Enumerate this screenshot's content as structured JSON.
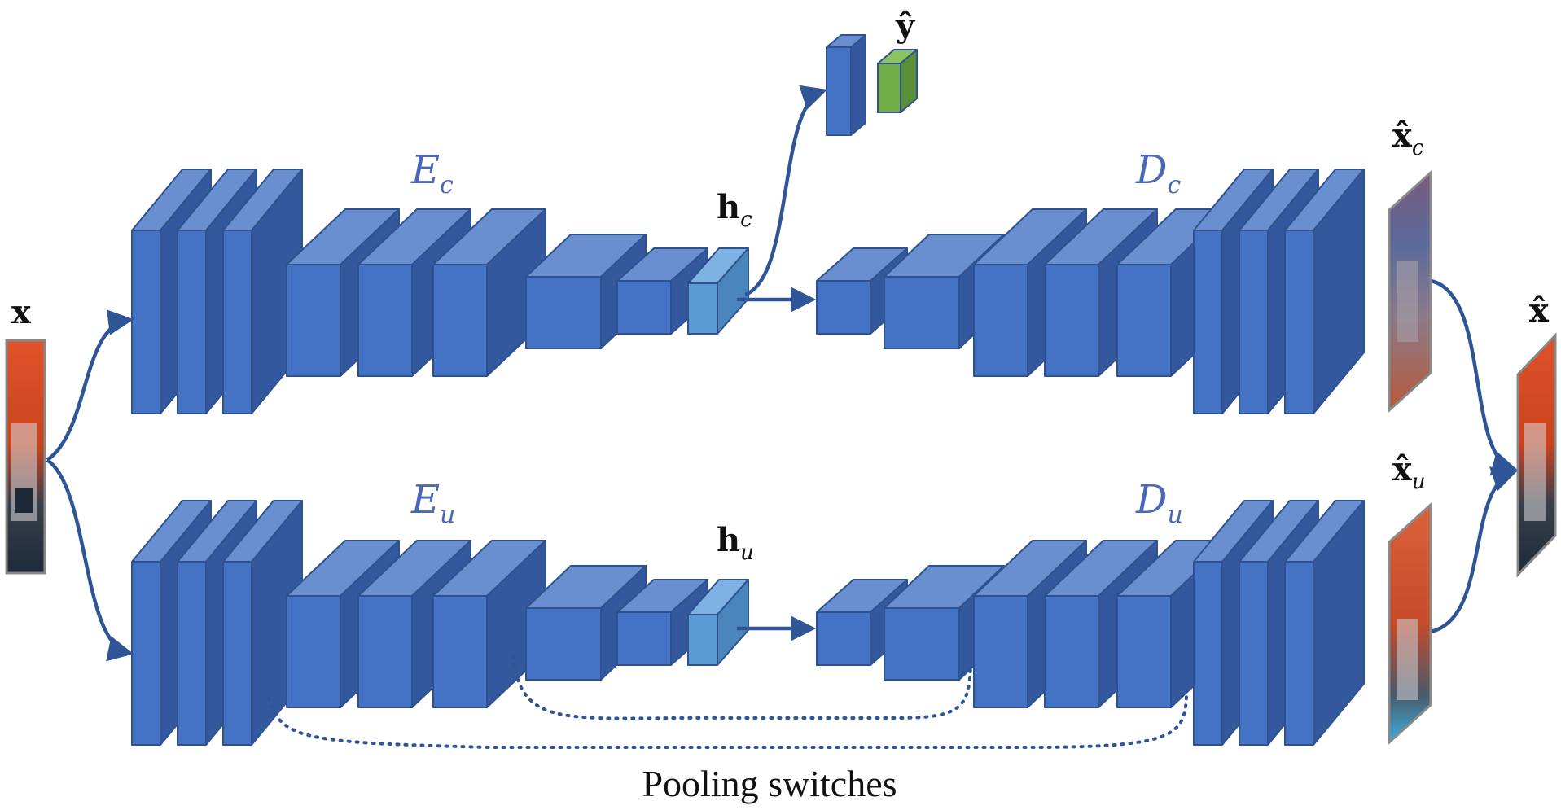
{
  "colors": {
    "block_front": "#4472c4",
    "block_top": "#6a8fd0",
    "block_side": "#34589e",
    "block_stroke": "#2f528f",
    "code_front": "#5b9bd5",
    "code_top": "#7db2e2",
    "code_side": "#4a86bb",
    "prediction": "#70ad47",
    "prediction_top": "#8cc462",
    "prediction_side": "#5a8f38",
    "arrow": "#2f5597",
    "label_blue": "#4b68b8"
  },
  "labels": {
    "input": "x",
    "output_hat": "x̂",
    "encoder_c": "E",
    "encoder_c_sub": "c",
    "encoder_u": "E",
    "encoder_u_sub": "u",
    "decoder_c": "D",
    "decoder_c_sub": "c",
    "decoder_u": "D",
    "decoder_u_sub": "u",
    "code_c": "h",
    "code_c_sub": "c",
    "code_u": "h",
    "code_u_sub": "u",
    "prediction": "ŷ",
    "recon_c": "x̂",
    "recon_c_sub": "c",
    "recon_u": "x̂",
    "recon_u_sub": "u",
    "pooling_switches": "Pooling switches"
  },
  "icons": {
    "input_image": "car-thumbnail-image",
    "recon_c_image": "blurry-car-reconstruction-image",
    "recon_u_image": "car-reconstruction-image",
    "output_image": "car-output-image"
  }
}
